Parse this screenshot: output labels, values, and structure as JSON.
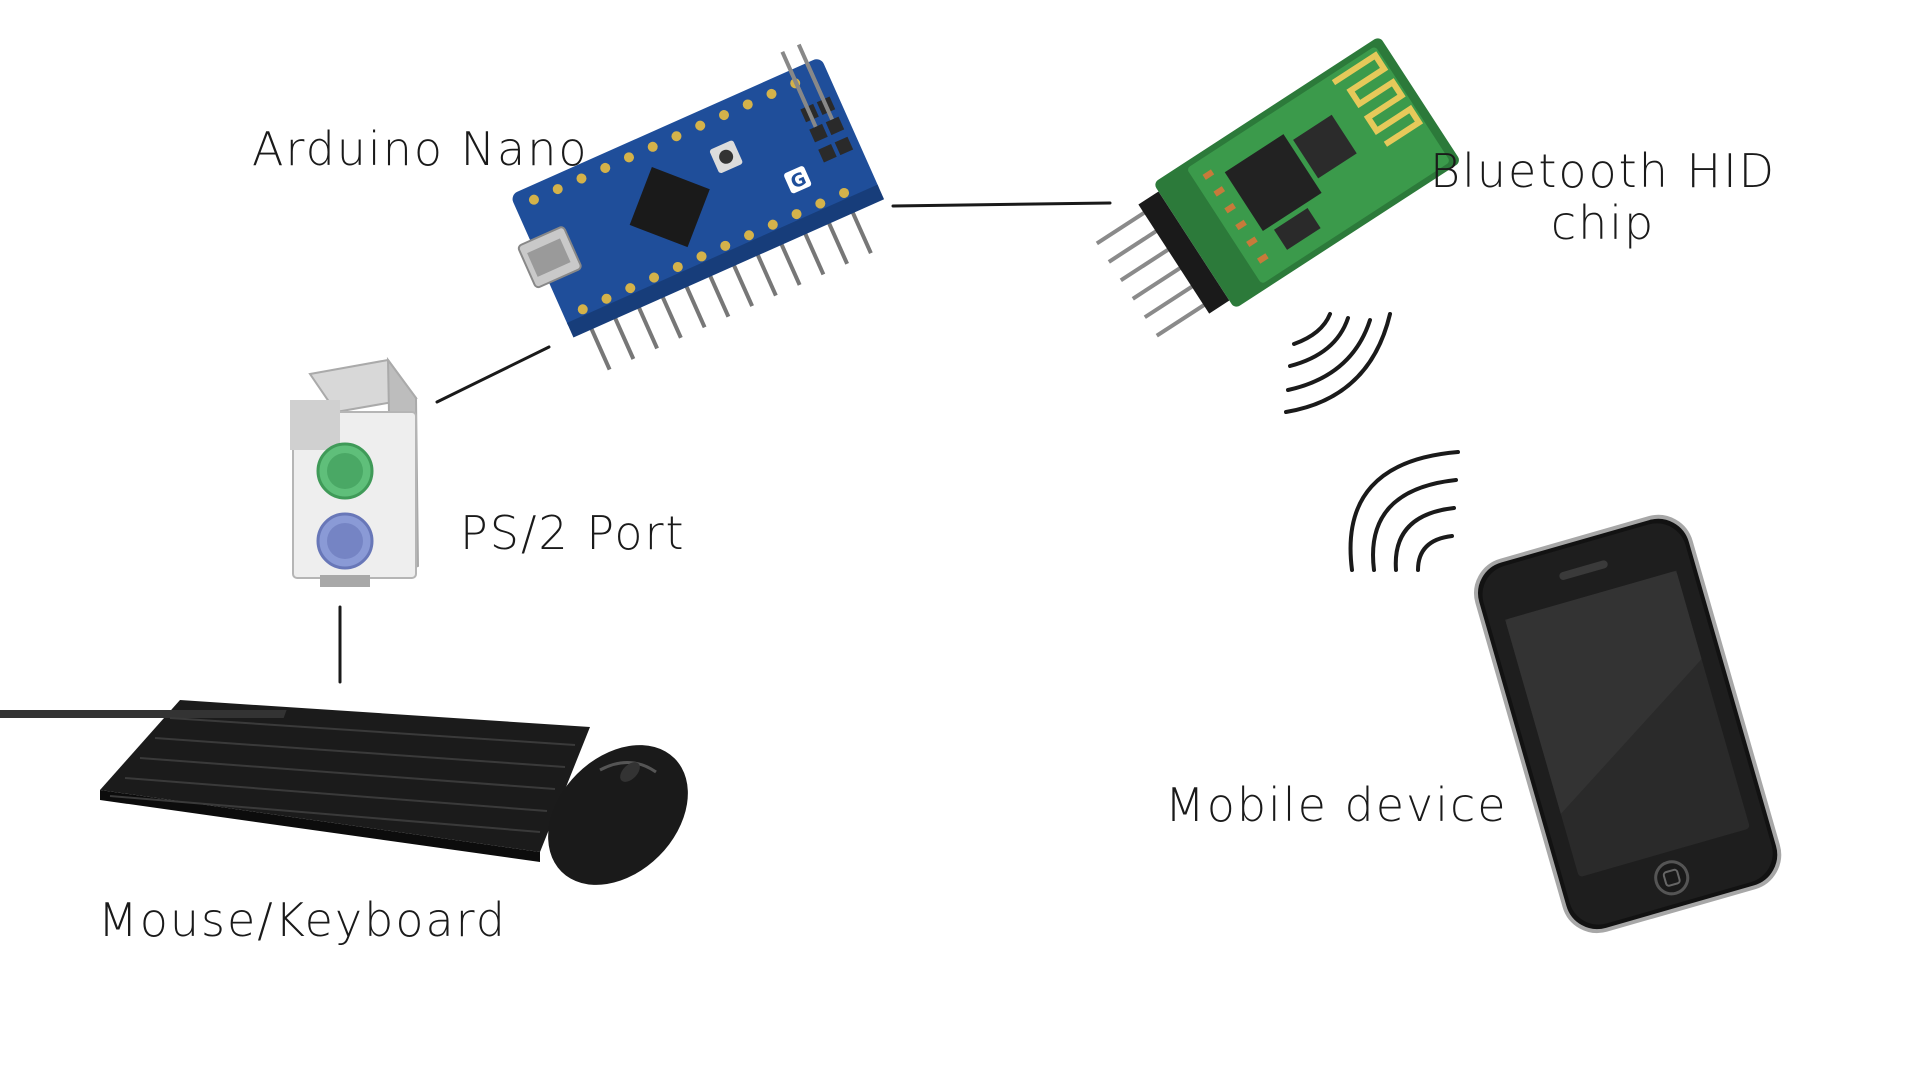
{
  "nodes": {
    "arduino": {
      "label": "Arduino Nano",
      "image_icon": "arduino-nano-board"
    },
    "bluetooth": {
      "label_line1": "Bluetooth HID",
      "label_line2": "chip",
      "image_icon": "bluetooth-module"
    },
    "ps2": {
      "label": "PS/2 Port",
      "image_icon": "ps2-port-connector"
    },
    "input": {
      "label": "Mouse/Keyboard",
      "image_icon": "keyboard-and-mouse"
    },
    "mobile": {
      "label": "Mobile device",
      "image_icon": "smartphone"
    }
  },
  "edges": [
    {
      "from": "ps2",
      "to": "input"
    },
    {
      "from": "ps2",
      "to": "arduino"
    },
    {
      "from": "arduino",
      "to": "bluetooth"
    },
    {
      "from": "bluetooth",
      "to": "mobile",
      "type": "wireless"
    }
  ],
  "colors": {
    "line": "#1a1a1a",
    "pcb_blue": "#1f4e9a",
    "pcb_green": "#2c7a3a",
    "ps2_green": "#5fbf7a",
    "ps2_purple": "#8a9ad6",
    "phone_body": "#111111"
  }
}
